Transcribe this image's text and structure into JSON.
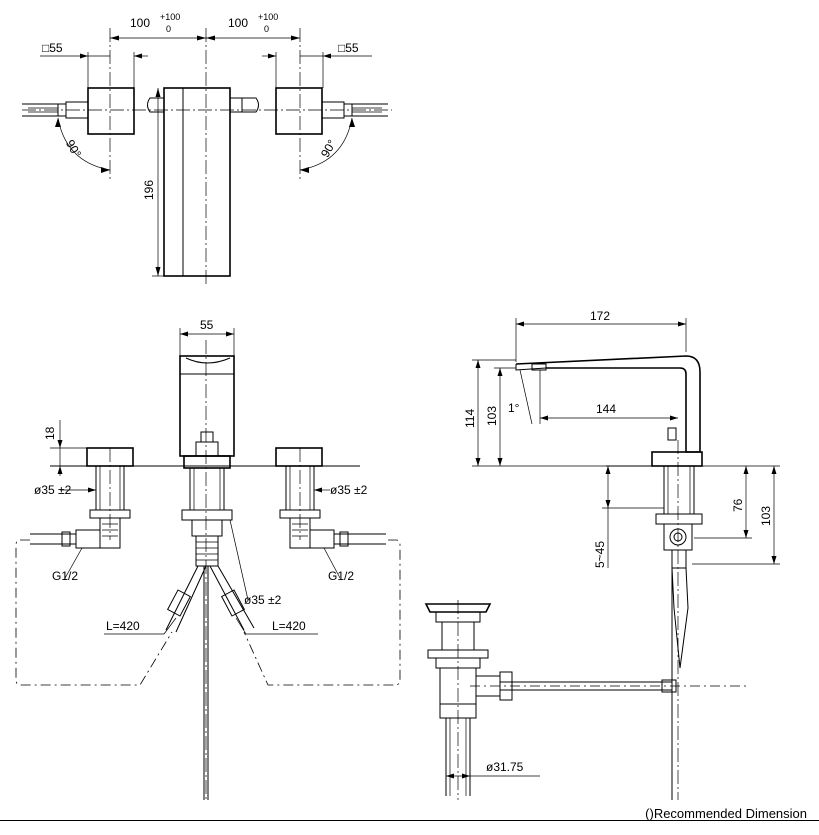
{
  "top_view": {
    "dim_left": "100",
    "dim_left_tol_upper": "+100",
    "dim_left_tol_lower": "0",
    "dim_right": "100",
    "dim_right_tol_upper": "+100",
    "dim_right_tol_lower": "0",
    "square_left": "□55",
    "square_right": "□55",
    "angle_left": "90°",
    "angle_right": "90°",
    "spout_depth": "196"
  },
  "front_view": {
    "spout_width": "55",
    "handle_height": "18",
    "hole_left": "ø35 ±2",
    "hole_right": "ø35 ±2",
    "hole_center": "ø35 ±2",
    "thread_left": "G1/2",
    "thread_right": "G1/2",
    "hose_left": "L=420",
    "hose_right": "L=420"
  },
  "side_view": {
    "reach": "172",
    "reach_inner": "144",
    "height_total": "114",
    "height_outlet": "103",
    "tilt": "1°",
    "deck_range": "5~45",
    "below_76": "76",
    "below_103": "103"
  },
  "drain": {
    "diameter": "ø31.75"
  },
  "footer_note": "()Recommended Dimension"
}
